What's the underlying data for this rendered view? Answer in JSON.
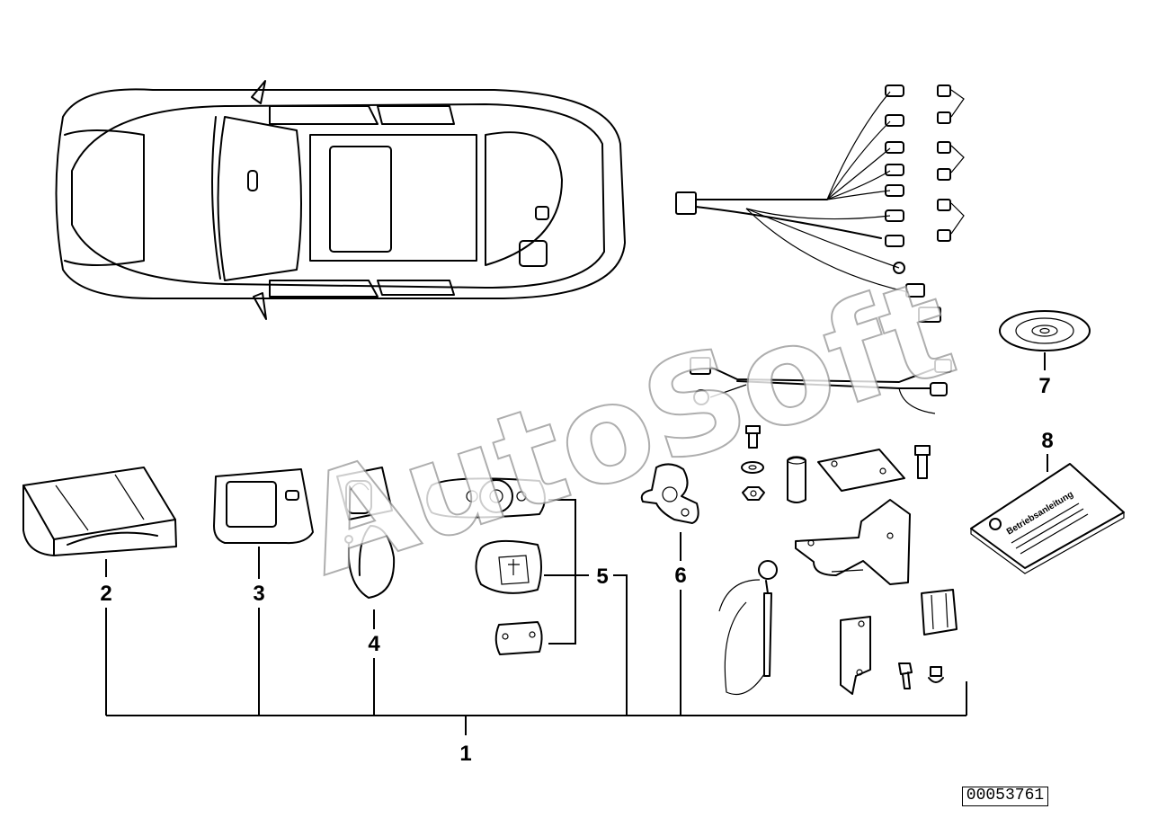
{
  "callouts": {
    "c1": "1",
    "c2": "2",
    "c3": "3",
    "c4": "4",
    "c5": "5",
    "c6": "6",
    "c7": "7",
    "c8": "8"
  },
  "watermark": "AutoSoft",
  "manual_label": "Betriebsanleitung",
  "reference_number": "00053761"
}
